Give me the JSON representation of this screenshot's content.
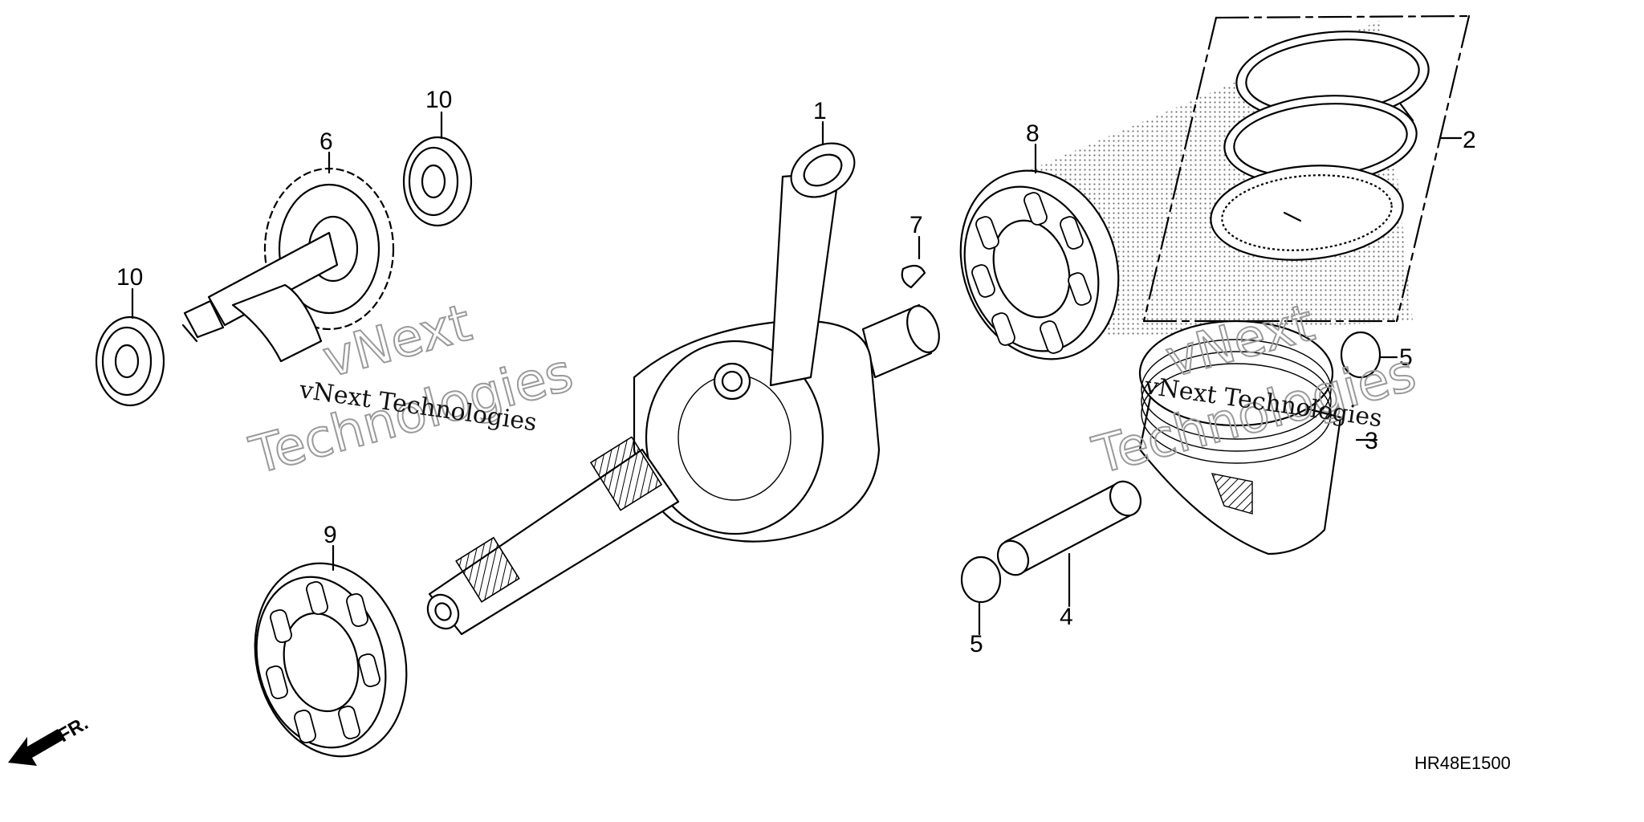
{
  "diagram": {
    "callouts": [
      "1",
      "2",
      "3",
      "4",
      "5",
      "6",
      "7",
      "8",
      "9",
      "10"
    ],
    "part_code": "HR48E1500",
    "front_marker": "FR.",
    "watermark": {
      "line1": "vNext",
      "line2": "Technologies",
      "caption": "vNext Technologies"
    }
  }
}
